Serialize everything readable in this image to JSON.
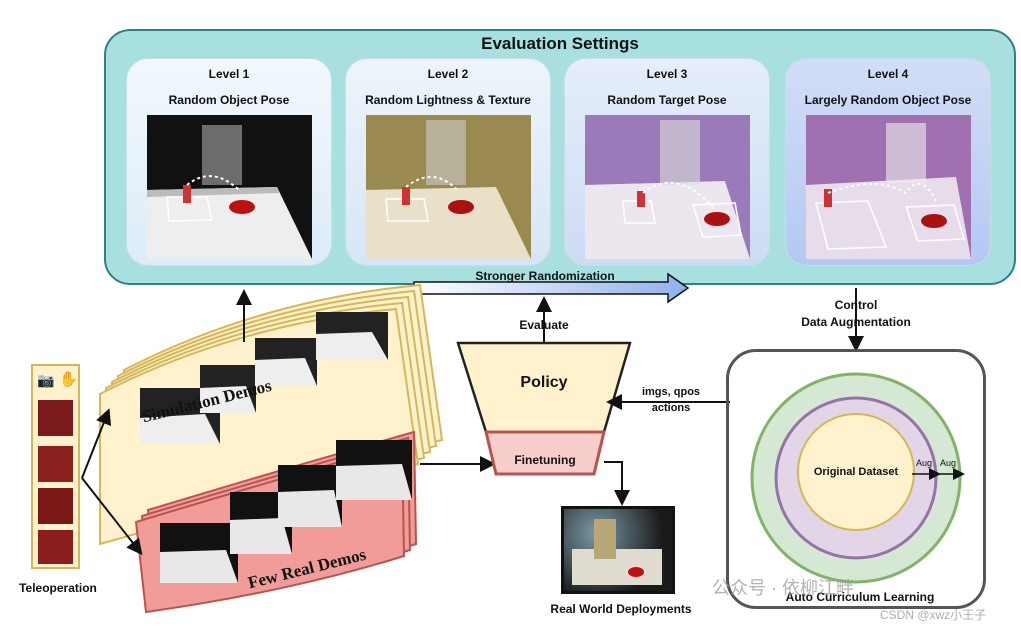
{
  "evaluation": {
    "title": "Evaluation Settings",
    "levels": [
      {
        "name": "Level 1",
        "desc": "Random Object Pose"
      },
      {
        "name": "Level 2",
        "desc": "Random Lightness & Texture"
      },
      {
        "name": "Level 3",
        "desc": "Random Target Pose"
      },
      {
        "name": "Level 4",
        "desc": "Largely Random Object Pose"
      }
    ],
    "arrow_label": "Stronger Randomization"
  },
  "demos": {
    "simulation": "Simulation Demos",
    "real": "Few Real Demos"
  },
  "teleoperation": "Teleoperation",
  "policy": {
    "title": "Policy",
    "finetuning": "Finetuning",
    "evaluate": "Evaluate",
    "inputs": "imgs, qpos",
    "outputs": "actions"
  },
  "deployment": "Real World Deployments",
  "curriculum": {
    "control": "Control",
    "augmentation": "Data Augmentation",
    "original": "Original Dataset",
    "aug1": "Aug",
    "aug2": "Aug",
    "title": "Auto Curriculum Learning"
  },
  "watermark": {
    "wechat": "公众号 · 依柳江畔",
    "csdn": "CSDN @xwz小王子"
  },
  "colors": {
    "eval_bg": "#a8e0e0",
    "sim_stack": "#fff2cc",
    "real_stack": "#f19c99",
    "policy": "#fff2cc",
    "finetune": "#f8cecc",
    "arrow": "#a9c4f5"
  }
}
